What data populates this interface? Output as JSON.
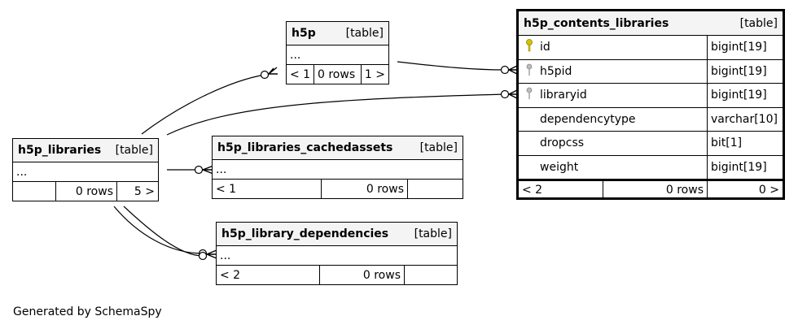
{
  "tables": {
    "h5p": {
      "name": "h5p",
      "tag": "[table]",
      "ellipsis": "...",
      "footer": [
        "< 1",
        "0 rows",
        "1 >"
      ]
    },
    "h5p_contents_libraries": {
      "name": "h5p_contents_libraries",
      "tag": "[table]",
      "columns": [
        {
          "name": "id",
          "type": "bigint[19]",
          "key": "primary-key-icon"
        },
        {
          "name": "h5pid",
          "type": "bigint[19]",
          "key": "foreign-key-icon"
        },
        {
          "name": "libraryid",
          "type": "bigint[19]",
          "key": "foreign-key-icon"
        },
        {
          "name": "dependencytype",
          "type": "varchar[10]",
          "key": ""
        },
        {
          "name": "dropcss",
          "type": "bit[1]",
          "key": ""
        },
        {
          "name": "weight",
          "type": "bigint[19]",
          "key": ""
        }
      ],
      "footer": [
        "< 2",
        "0 rows",
        "0 >"
      ]
    },
    "h5p_libraries": {
      "name": "h5p_libraries",
      "tag": "[table]",
      "ellipsis": "...",
      "footer": [
        "",
        "0 rows",
        "5 >"
      ]
    },
    "h5p_libraries_cachedassets": {
      "name": "h5p_libraries_cachedassets",
      "tag": "[table]",
      "ellipsis": "...",
      "footer": [
        "< 1",
        "0 rows",
        ""
      ]
    },
    "h5p_library_dependencies": {
      "name": "h5p_library_dependencies",
      "tag": "[table]",
      "ellipsis": "...",
      "footer": [
        "< 2",
        "0 rows",
        ""
      ]
    }
  },
  "colors": {
    "primary_key": "#d4c400",
    "foreign_key": "#999999",
    "header_bg": "#f4f4f4"
  },
  "footer_text": "Generated by SchemaSpy"
}
